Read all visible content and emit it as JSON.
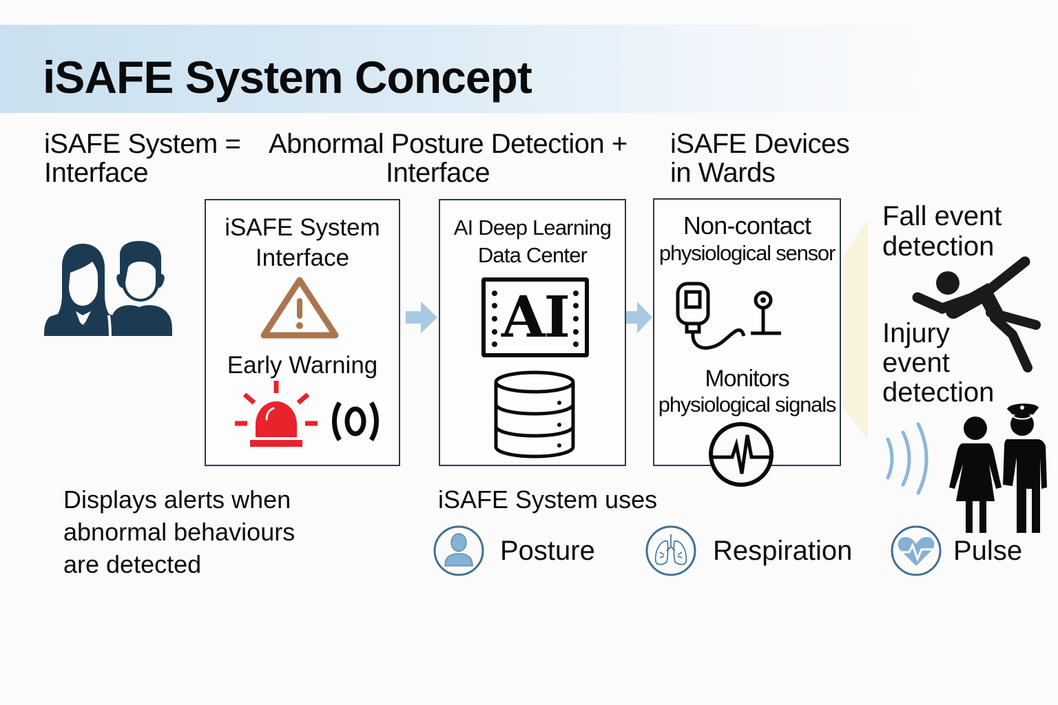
{
  "header": {
    "title": "iSAFE System Concept"
  },
  "equation": {
    "term1_line1": "iSAFE System =",
    "term1_line2": "Interface",
    "term2_line1": "Abnormal Posture Detection +",
    "term2_line2": "Interface",
    "term3_line1": "iSAFE Devices",
    "term3_line2": "in Wards"
  },
  "panels": [
    {
      "title_line1": "iSAFE System",
      "title_line2": "Interface",
      "subtitle": "Early Warning",
      "icons": [
        "warning-triangle-icon",
        "alarm-siren-icon",
        "vibration-icon"
      ]
    },
    {
      "title_line1": "AI Deep Learning",
      "title_line2": "Data Center",
      "ai_label": "AI",
      "icons": [
        "ai-chip-icon",
        "database-icon"
      ]
    },
    {
      "title_line1": "Non-contact",
      "title_line2": "physiological sensor",
      "subtitle_line1": "Monitors",
      "subtitle_line2": "physiological signals",
      "icons": [
        "sensor-device-icon",
        "heartbeat-monitor-icon"
      ]
    }
  ],
  "users_icon": "users-icon",
  "events": {
    "fall_line1": "Fall event",
    "fall_line2": "detection",
    "injury_line1": "Injury",
    "injury_line2": "event",
    "injury_line3": "detection"
  },
  "description": {
    "line1": "Displays alerts when",
    "line2": "abnormal behaviours",
    "line3": "are detected"
  },
  "uses": {
    "heading": "iSAFE System uses",
    "items": [
      {
        "label": "Posture",
        "icon": "posture-icon"
      },
      {
        "label": "Respiration",
        "icon": "lungs-icon"
      },
      {
        "label": "Pulse",
        "icon": "heart-pulse-icon"
      }
    ]
  },
  "colors": {
    "banner": "#c9e0f0",
    "icon_dark_navy": "#1c3a52",
    "warning_brown": "#a9764f",
    "alarm_red": "#e8232c",
    "arrow_blue": "#a9c8e2",
    "circle_icon_blue": "#3e6f95",
    "icon_fill_blue": "#86b0d4"
  }
}
